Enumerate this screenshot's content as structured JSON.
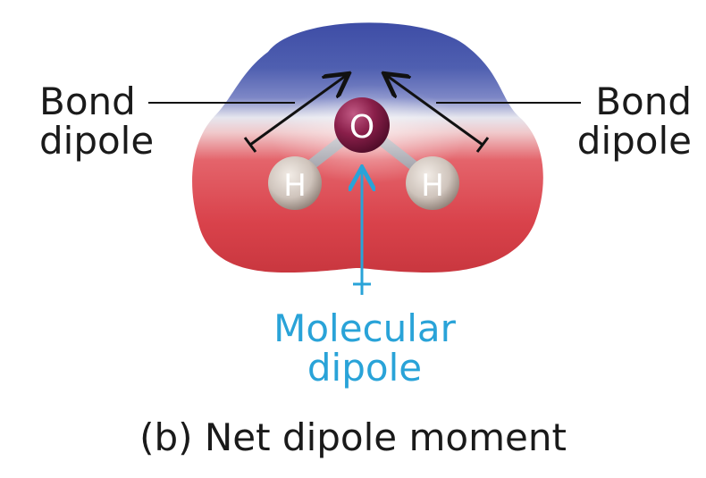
{
  "labels": {
    "bond_left": {
      "line1": "Bond",
      "line2": "dipole"
    },
    "bond_right": {
      "line1": "Bond",
      "line2": "dipole"
    },
    "molecular": {
      "line1": "Molecular",
      "line2": "dipole"
    },
    "caption": "(b) Net dipole moment"
  },
  "atoms": {
    "oxygen": "O",
    "hydrogen_left": "H",
    "hydrogen_right": "H"
  },
  "colors": {
    "negative_region": "#4f5fb0",
    "positive_region": "#e04a52",
    "neutral_region": "#e8e8ee",
    "oxygen_atom": "#8a1f4a",
    "hydrogen_atom": "#cfc4bc",
    "bond_arrow": "#111111",
    "molecular_arrow": "#29a3d8",
    "text_main": "#1a1a1a",
    "text_molecular": "#29a3d8"
  }
}
